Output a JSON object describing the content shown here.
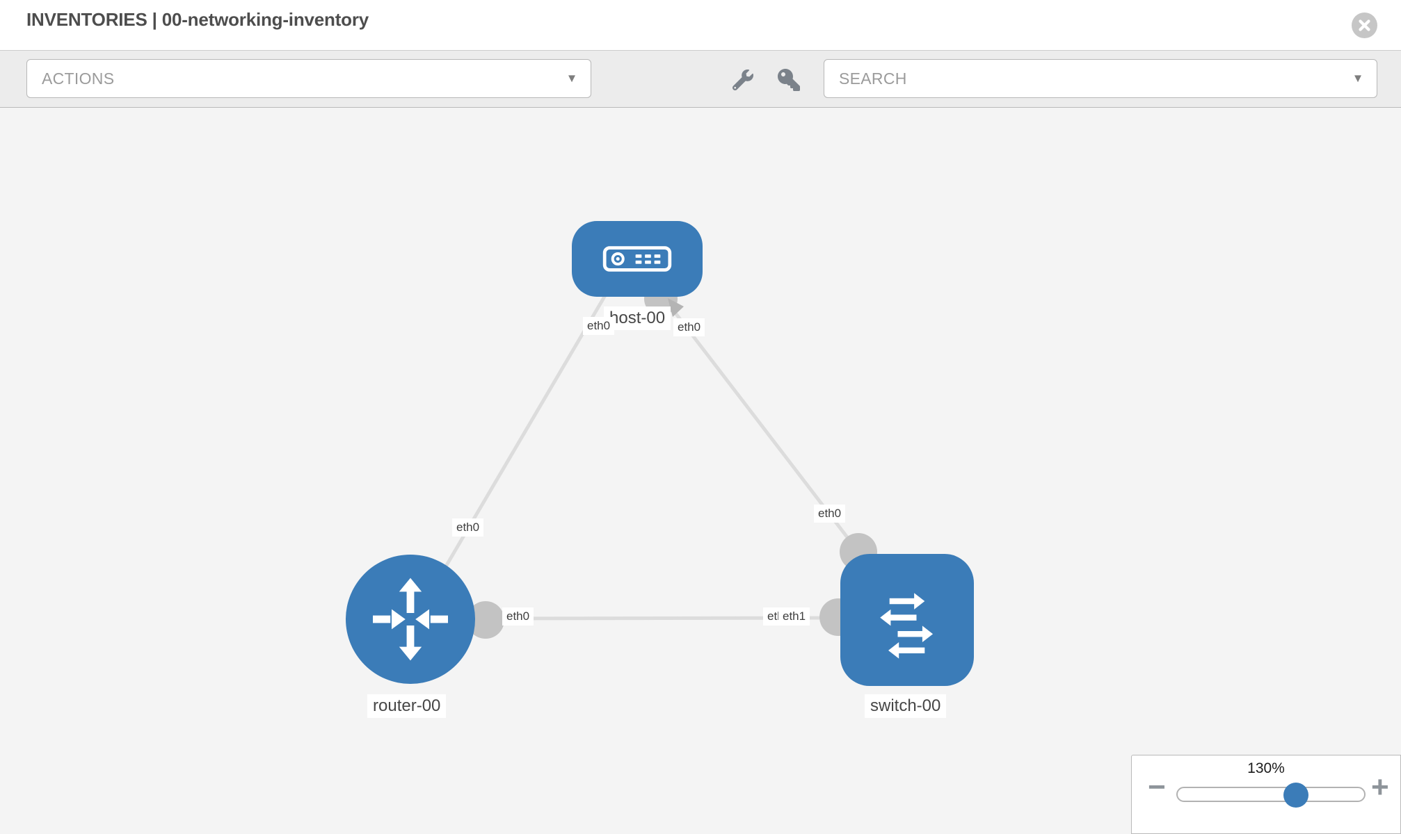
{
  "header": {
    "title": "INVENTORIES | 00-networking-inventory"
  },
  "toolbar": {
    "actions_label": "ACTIONS",
    "search_label": "SEARCH"
  },
  "icons": {
    "close": "circle-x",
    "wrench": "wrench",
    "key": "key",
    "chevron_down": "▾",
    "zoom_out": "−",
    "zoom_in": "+"
  },
  "topology": {
    "nodes": [
      {
        "id": "host-00",
        "type": "host",
        "label": "host-00"
      },
      {
        "id": "router-00",
        "type": "router",
        "label": "router-00"
      },
      {
        "id": "switch-00",
        "type": "switch",
        "label": "switch-00"
      }
    ],
    "links": [
      {
        "source": "host-00",
        "source_interface": "eth0",
        "target": "router-00",
        "target_interface": "eth0"
      },
      {
        "source": "host-00",
        "source_interface": "eth0",
        "target": "switch-00",
        "target_interface": "eth0"
      },
      {
        "source": "router-00",
        "source_interface": "eth0",
        "target": "switch-00",
        "target_interface": "eth1",
        "target_interface_overlapped": "eth0"
      }
    ]
  },
  "zoom_control": {
    "level": "130%"
  },
  "colors": {
    "node_blue": "#3b7cb8",
    "link_gray": "#dcdcdc",
    "interface_gray": "#c3c3c3",
    "canvas_bg": "#f4f4f4",
    "toolbar_bg": "#ececec"
  }
}
